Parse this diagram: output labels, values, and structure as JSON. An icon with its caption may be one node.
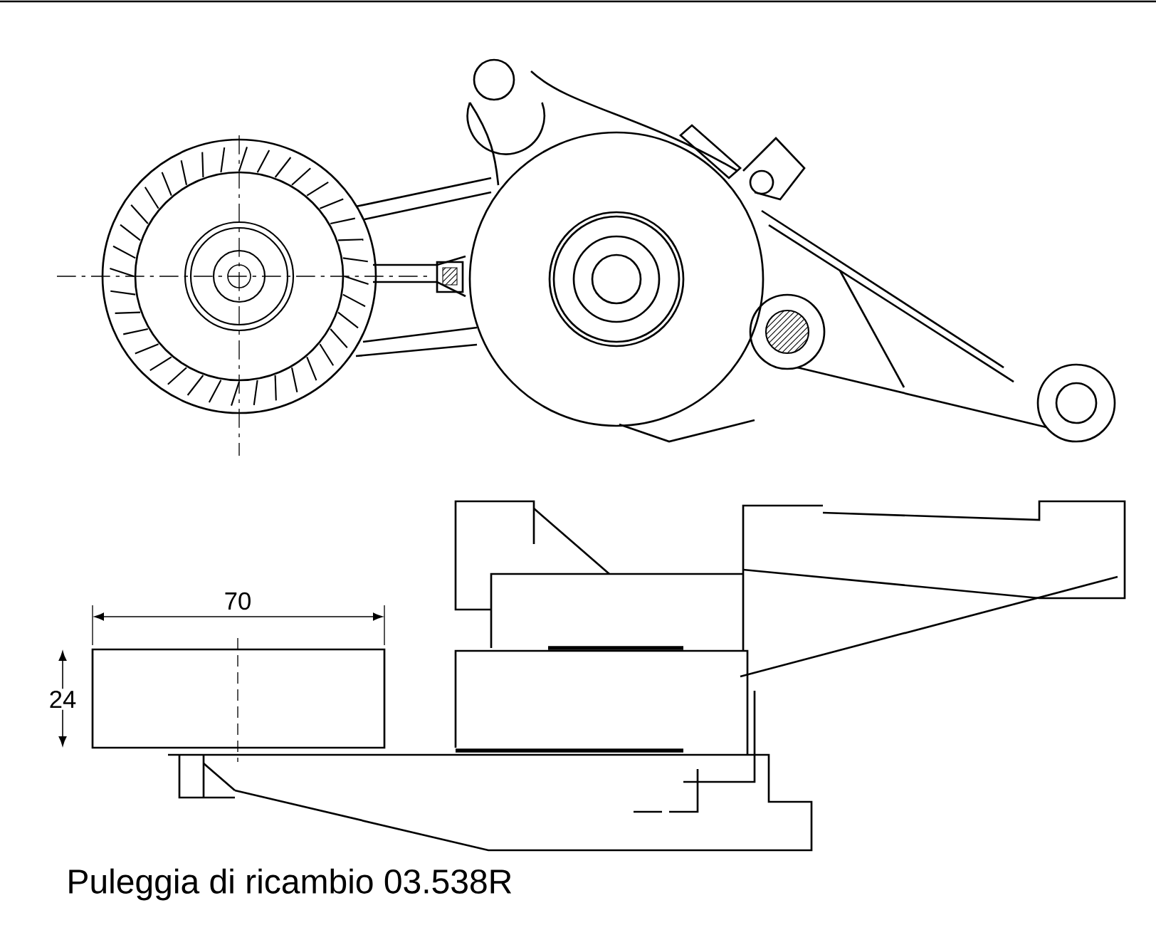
{
  "diagram": {
    "caption": "Puleggia di ricambio 03.538R",
    "labels": [
      "70",
      "24"
    ]
  }
}
